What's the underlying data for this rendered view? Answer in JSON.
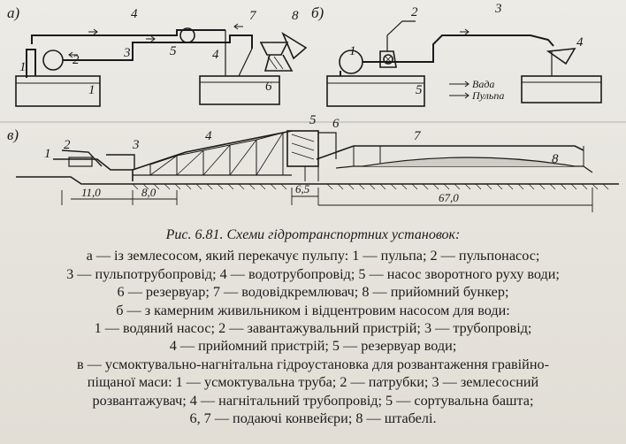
{
  "figure": {
    "panel_a": "а)",
    "panel_b": "б)",
    "panel_c": "в)",
    "legend_water": "Вада",
    "legend_pulp": "Пульпа",
    "dim_11": "11,0",
    "dim_8": "8,0",
    "dim_65": "6,5",
    "dim_67": "67,0",
    "a_nums": [
      "1",
      "2",
      "3",
      "4",
      "5",
      "6",
      "7",
      "8",
      "1",
      "4"
    ],
    "b_nums": [
      "1",
      "2",
      "3",
      "4",
      "5"
    ],
    "c_nums": [
      "1",
      "2",
      "3",
      "4",
      "5",
      "6",
      "7",
      "8"
    ]
  },
  "caption": {
    "title": "Рис. 6.81. Схеми гідротранспортних установок:",
    "lines": [
      "а — із землесосом, який перекачує пульпу: 1 — пульпа; 2 — пульпонасос;",
      "3 — пульпотрубопровід; 4 — водотрубопровід; 5 — насос зворотного руху води;",
      "6 — резервуар; 7 — водовідкремлювач; 8 — прийомний бункер;",
      "б — з камерним живильником і відцентровим насосом для води:",
      "1 — водяний насос; 2 — завантажувальний пристрій; 3 — трубопровід;",
      "4 — прийомний пристрій; 5 — резервуар води;",
      "в — усмоктувально-нагнітальна гідроустановка для розвантаження гравійно-",
      "піщаної маси: 1 — усмоктувальна труба; 2 — патрубки; 3 — землесосний",
      "розвантажувач; 4 — нагнітальний трубопровід; 5 — сортувальна башта;",
      "6, 7 — подаючі конвейєри; 8 — штабелі."
    ]
  }
}
